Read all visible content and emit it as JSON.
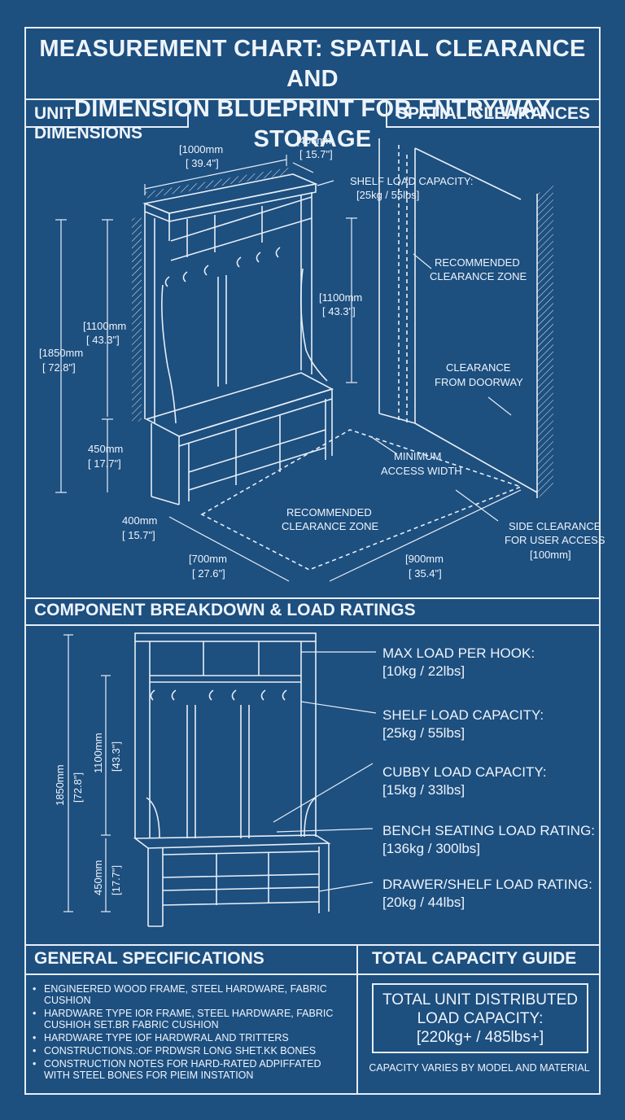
{
  "title": {
    "line1": "MEASUREMENT CHART: SPATIAL CLEARANCE AND",
    "line2": "DIMENSION BLUEPRINT FOR ENTRYWAY STORAGE"
  },
  "sections": {
    "unit_dimensions": "UNIT DIMENSIONS",
    "spatial_clearances": "SPATIAL CLEARANCES",
    "component_breakdown": "COMPONENT BREAKDOWN & LOAD RATINGS",
    "general_specs": "GENERAL SPECIFICATIONS",
    "total_capacity": "TOTAL CAPACITY GUIDE"
  },
  "top_labels": {
    "width_mm": "[1000mm",
    "width_in": "[ 39.4\"]",
    "depth_mm": "[400mm",
    "depth_in": "[ 15.7\"]",
    "shelf_cap_1": "SHELF LOAD CAPACITY:",
    "shelf_cap_2": "[25kg / 55lbs]",
    "rec_zone_1": "RECOMMENDED",
    "rec_zone_2": "CLEARANCE ZONE",
    "hook_h_mm": "[1100mm",
    "hook_h_in": "[ 43.3\"]",
    "right_h_mm": "[1100mm",
    "right_h_in": "[ 43.3\"]",
    "total_h_mm": "[1850mm",
    "total_h_in": "[ 72.8\"]",
    "clear_door_1": "CLEARANCE",
    "clear_door_2": "FROM DOORWAY",
    "bench_h_mm": "450mm",
    "bench_h_in": "[ 17.7\"]",
    "min_access_1": "MINIMUM",
    "min_access_2": "ACCESS WIDTH",
    "base_d_mm": "400mm",
    "base_d_in": "[ 15.7\"]",
    "floor_zone_1": "RECOMMENDED",
    "floor_zone_2": "CLEARANCE ZONE",
    "side_clear_1": "SIDE CLEARANCE",
    "side_clear_2": "FOR USER ACCESS",
    "side_clear_3": "[100mm]",
    "front_mm": "[700mm",
    "front_in": "[ 27.6\"]",
    "access_mm": "[900mm",
    "access_in": "[ 35.4\"]"
  },
  "component_labels": {
    "total_h": "1850mm",
    "total_h_in": "[72.8\"]",
    "upper_h": "1100mm",
    "upper_h_in": "[43.3\"]",
    "bench_h": "450mm",
    "bench_h_in": "[17.7\"]",
    "ratings": [
      {
        "name": "MAX LOAD PER HOOK:",
        "value": "[10kg / 22lbs]"
      },
      {
        "name": "SHELF LOAD CAPACITY:",
        "value": "[25kg / 55lbs]"
      },
      {
        "name": "CUBBY LOAD CAPACITY:",
        "value": "[15kg / 33lbs]"
      },
      {
        "name": "BENCH SEATING LOAD RATING:",
        "value": "[136kg / 300lbs]"
      },
      {
        "name": "DRAWER/SHELF LOAD RATING:",
        "value": "[20kg / 44lbs]"
      }
    ]
  },
  "specs": [
    "ENGINEERED WOOD FRAME, STEEL HARDWARE, FABRIC CUSHION",
    "HARDWARE TYPE IOR FRAME, STEEL HARDWARE, FABRIC CUSHIOH SET.BR FABRIC CUSHION",
    "HARDWARE TYPE IOF HARDWRAL AND TRITTERS",
    "CONSTRUCTIONS.:OF PRDWSR LONG SHET.KK BONES",
    "CONSTRUCTION NOTES FOR HARD-RATED ADPIFFATED WITH STEEL BONES FOR PIEIM INSTATION"
  ],
  "capacity": {
    "line1": "TOTAL UNIT DISTRIBUTED",
    "line2": "LOAD CAPACITY:",
    "line3": "[220kg+ / 485lbs+]",
    "note": "CAPACITY VARIES BY MODEL AND MATERIAL"
  },
  "colors": {
    "background": "#1d4f7f",
    "lines": "#e6eef7"
  }
}
